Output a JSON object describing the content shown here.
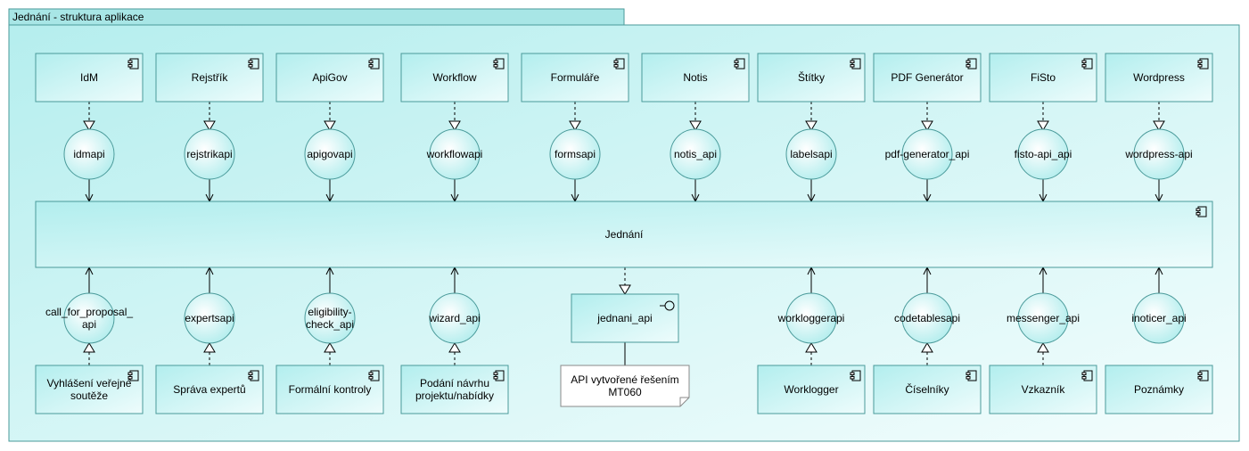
{
  "frame": {
    "title": "Jednání - struktura aplikace"
  },
  "colors": {
    "fill": "#b7f0f0",
    "fill_light": "#e6fbfb",
    "stroke": "#4a9a9a",
    "tab": "#a8e6e6"
  },
  "main_component": {
    "label": "Jednání"
  },
  "top_components": [
    {
      "label": "IdM",
      "api": "idmapi"
    },
    {
      "label": "Rejstřík",
      "api": "rejstrikapi"
    },
    {
      "label": "ApiGov",
      "api": "apigovapi"
    },
    {
      "label": "Workflow",
      "api": "workflowapi"
    },
    {
      "label": "Formuláře",
      "api": "formsapi"
    },
    {
      "label": "Notis",
      "api": "notis_api"
    },
    {
      "label": "Štítky",
      "api": "labelsapi"
    },
    {
      "label": "PDF Generátor",
      "api": "pdf-generator_api"
    },
    {
      "label": "FiSto",
      "api": "fisto-api_api"
    },
    {
      "label": "Wordpress",
      "api": "wordpress-api"
    }
  ],
  "bottom_components": [
    {
      "label": [
        "Vyhlášení veřejné",
        "soutěže"
      ],
      "api": [
        "call_for_proposal_",
        "api"
      ]
    },
    {
      "label": [
        "Správa expertů"
      ],
      "api": [
        "expertsapi"
      ]
    },
    {
      "label": [
        "Formální kontroly"
      ],
      "api": [
        "eligibility-",
        "check_api"
      ]
    },
    {
      "label": [
        "Podání návrhu",
        "projektu/nabídky"
      ],
      "api": [
        "wizard_api"
      ]
    },
    {
      "label": [
        "Worklogger"
      ],
      "api": [
        "workloggerapi"
      ]
    },
    {
      "label": [
        "Číselníky"
      ],
      "api": [
        "codetablesapi"
      ]
    },
    {
      "label": [
        "Vzkazník"
      ],
      "api": [
        "messenger_api"
      ]
    },
    {
      "label": [
        "Poznámky"
      ],
      "api": [
        "inoticer_api"
      ]
    }
  ],
  "interface": {
    "label": "jednani_api"
  },
  "note": {
    "lines": [
      "API vytvořené řešením",
      "MT060"
    ]
  }
}
